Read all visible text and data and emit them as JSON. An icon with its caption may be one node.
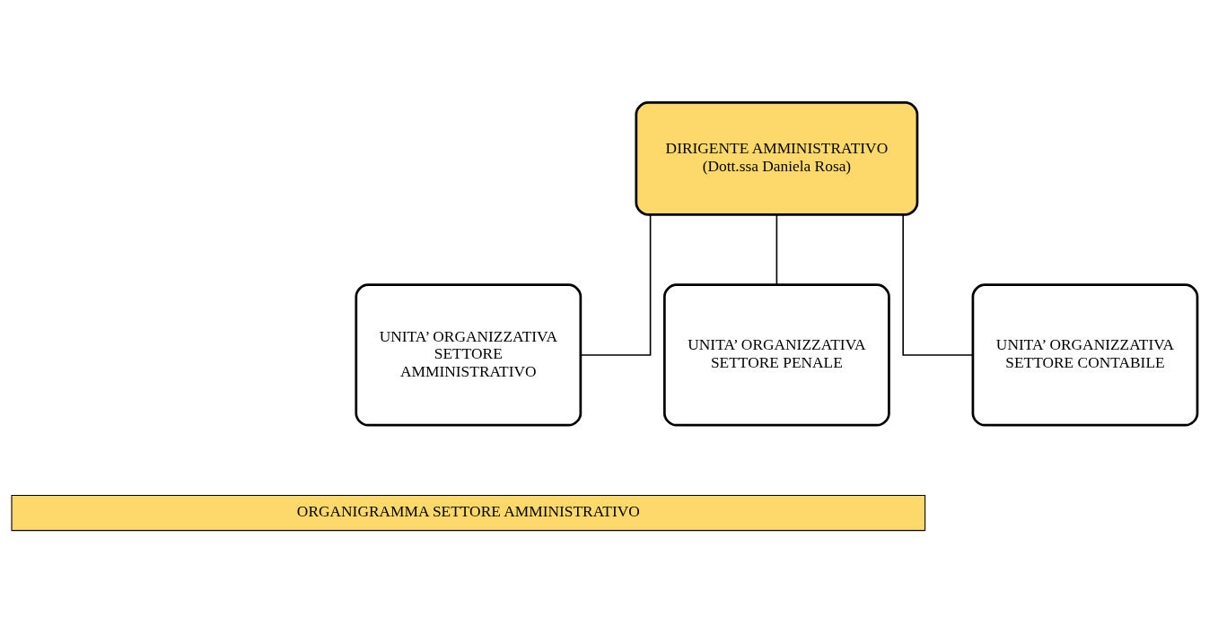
{
  "diagram": {
    "nodes": [
      {
        "text": [
          "DIRIGENTE AMMINISTRATIVO (Dott.ssa Daniela Rosa)"
        ]
      },
      {
        "text": [
          "UNITA’ ORGANIZZATIVA SETTORE AMMINISTRATIVO"
        ]
      },
      {
        "text": [
          "UNITA’ ORGANIZZATIVA SETTORE PENALE"
        ]
      },
      {
        "text": [
          "UNITA’ ORGANIZZATIVA SETTORE CONTABILE"
        ]
      },
      {
        "text": [
          "ORGANIGRAMMA SETTORE AMMINISTRATIVO"
        ]
      }
    ],
    "edges": [
      {
        "from": 0,
        "to": 1,
        "arrow": "none"
      },
      {
        "from": 0,
        "to": 2,
        "arrow": "none"
      },
      {
        "from": 0,
        "to": 3,
        "arrow": "none"
      }
    ]
  }
}
